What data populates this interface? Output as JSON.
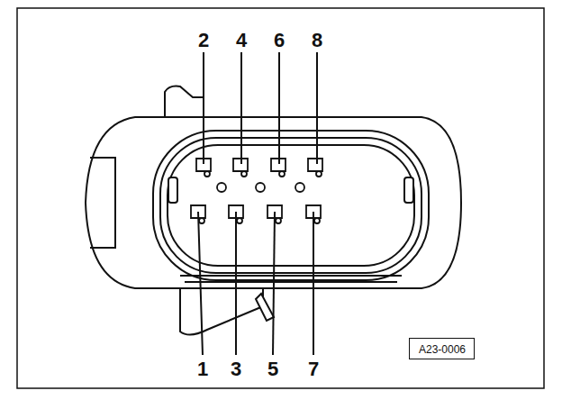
{
  "diagram": {
    "nodes": [
      {
        "text": [
          "A23-0006"
        ]
      }
    ],
    "labels": [
      "2",
      "4",
      "6",
      "8",
      "1",
      "3",
      "5",
      "7"
    ]
  }
}
